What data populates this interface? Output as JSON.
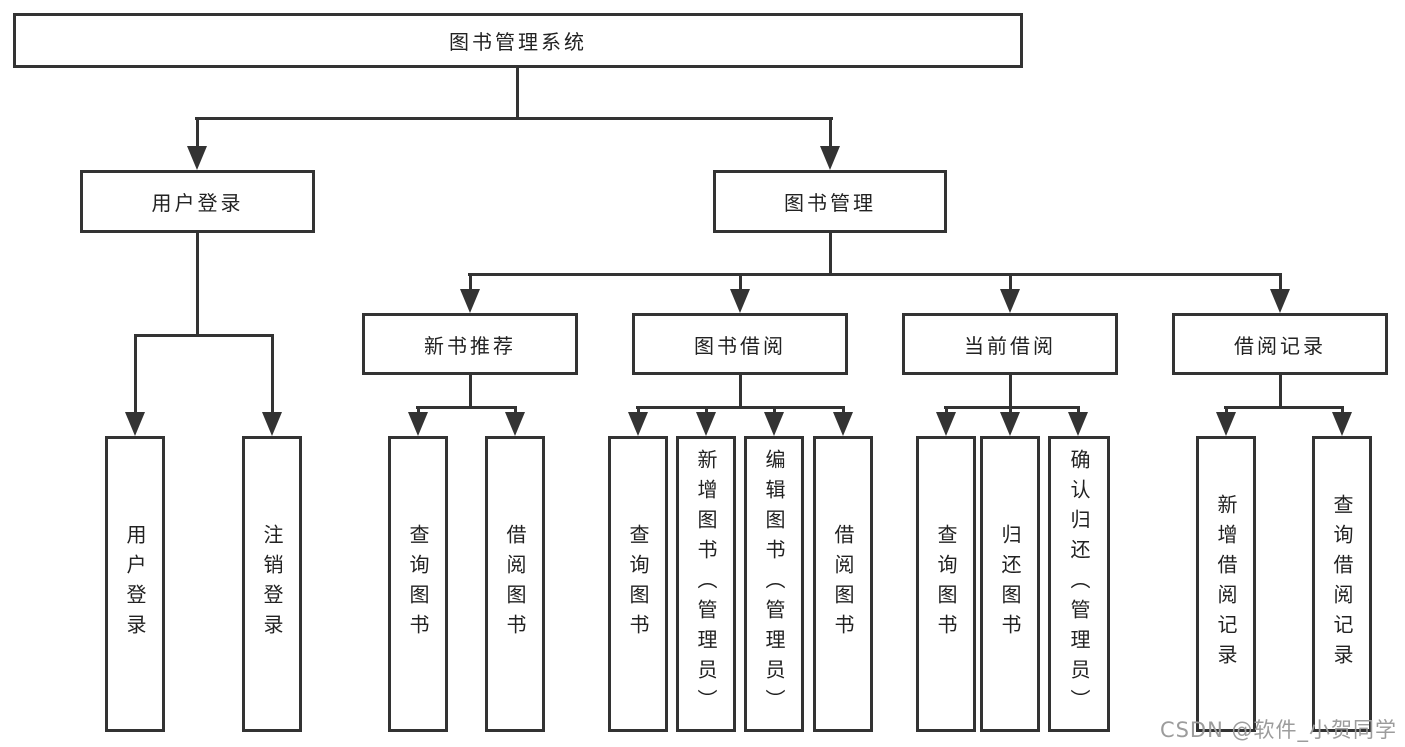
{
  "diagram_title": "图书管理系统",
  "colors": {
    "line": "#333333",
    "box_border": "#333333",
    "text": "#222222",
    "watermark": "#9c9c9c",
    "background": "#ffffff"
  },
  "tree": {
    "label": "图书管理系统",
    "children": [
      {
        "label": "用户登录",
        "children": [
          {
            "label": "用户登录"
          },
          {
            "label": "注销登录"
          }
        ]
      },
      {
        "label": "图书管理",
        "children": [
          {
            "label": "新书推荐",
            "children": [
              {
                "label": "查询图书"
              },
              {
                "label": "借阅图书"
              }
            ]
          },
          {
            "label": "图书借阅",
            "children": [
              {
                "label": "查询图书"
              },
              {
                "label": "新增图书（管理员）"
              },
              {
                "label": "编辑图书（管理员）"
              },
              {
                "label": "借阅图书"
              }
            ]
          },
          {
            "label": "当前借阅",
            "children": [
              {
                "label": "查询图书"
              },
              {
                "label": "归还图书"
              },
              {
                "label": "确认归还（管理员）"
              }
            ]
          },
          {
            "label": "借阅记录",
            "children": [
              {
                "label": "新增借阅记录"
              },
              {
                "label": "查询借阅记录"
              }
            ]
          }
        ]
      }
    ]
  },
  "watermark": {
    "text": "CSDN @软件_小贺同学"
  }
}
